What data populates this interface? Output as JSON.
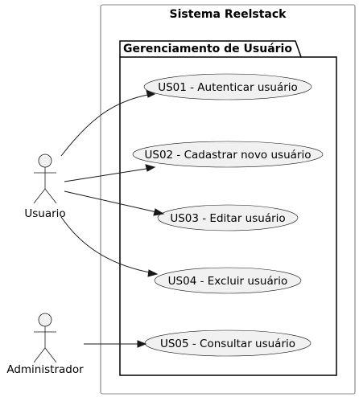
{
  "system": {
    "title": "Sistema Reelstack"
  },
  "package": {
    "title": "Gerenciamento de Usuário"
  },
  "use_cases": [
    {
      "id": "us01",
      "label": "US01 - Autenticar usuário"
    },
    {
      "id": "us02",
      "label": "US02 - Cadastrar novo usuário"
    },
    {
      "id": "us03",
      "label": "US03 - Editar usuário"
    },
    {
      "id": "us04",
      "label": "US04 - Excluir usuário"
    },
    {
      "id": "us05",
      "label": "US05 - Consultar usuário"
    }
  ],
  "actors": [
    {
      "id": "usuario",
      "label": "Usuario"
    },
    {
      "id": "administrador",
      "label": "Administrador"
    }
  ],
  "associations": [
    {
      "from": "usuario",
      "to": "us01"
    },
    {
      "from": "usuario",
      "to": "us02"
    },
    {
      "from": "usuario",
      "to": "us03"
    },
    {
      "from": "usuario",
      "to": "us04"
    },
    {
      "from": "administrador",
      "to": "us05"
    }
  ]
}
